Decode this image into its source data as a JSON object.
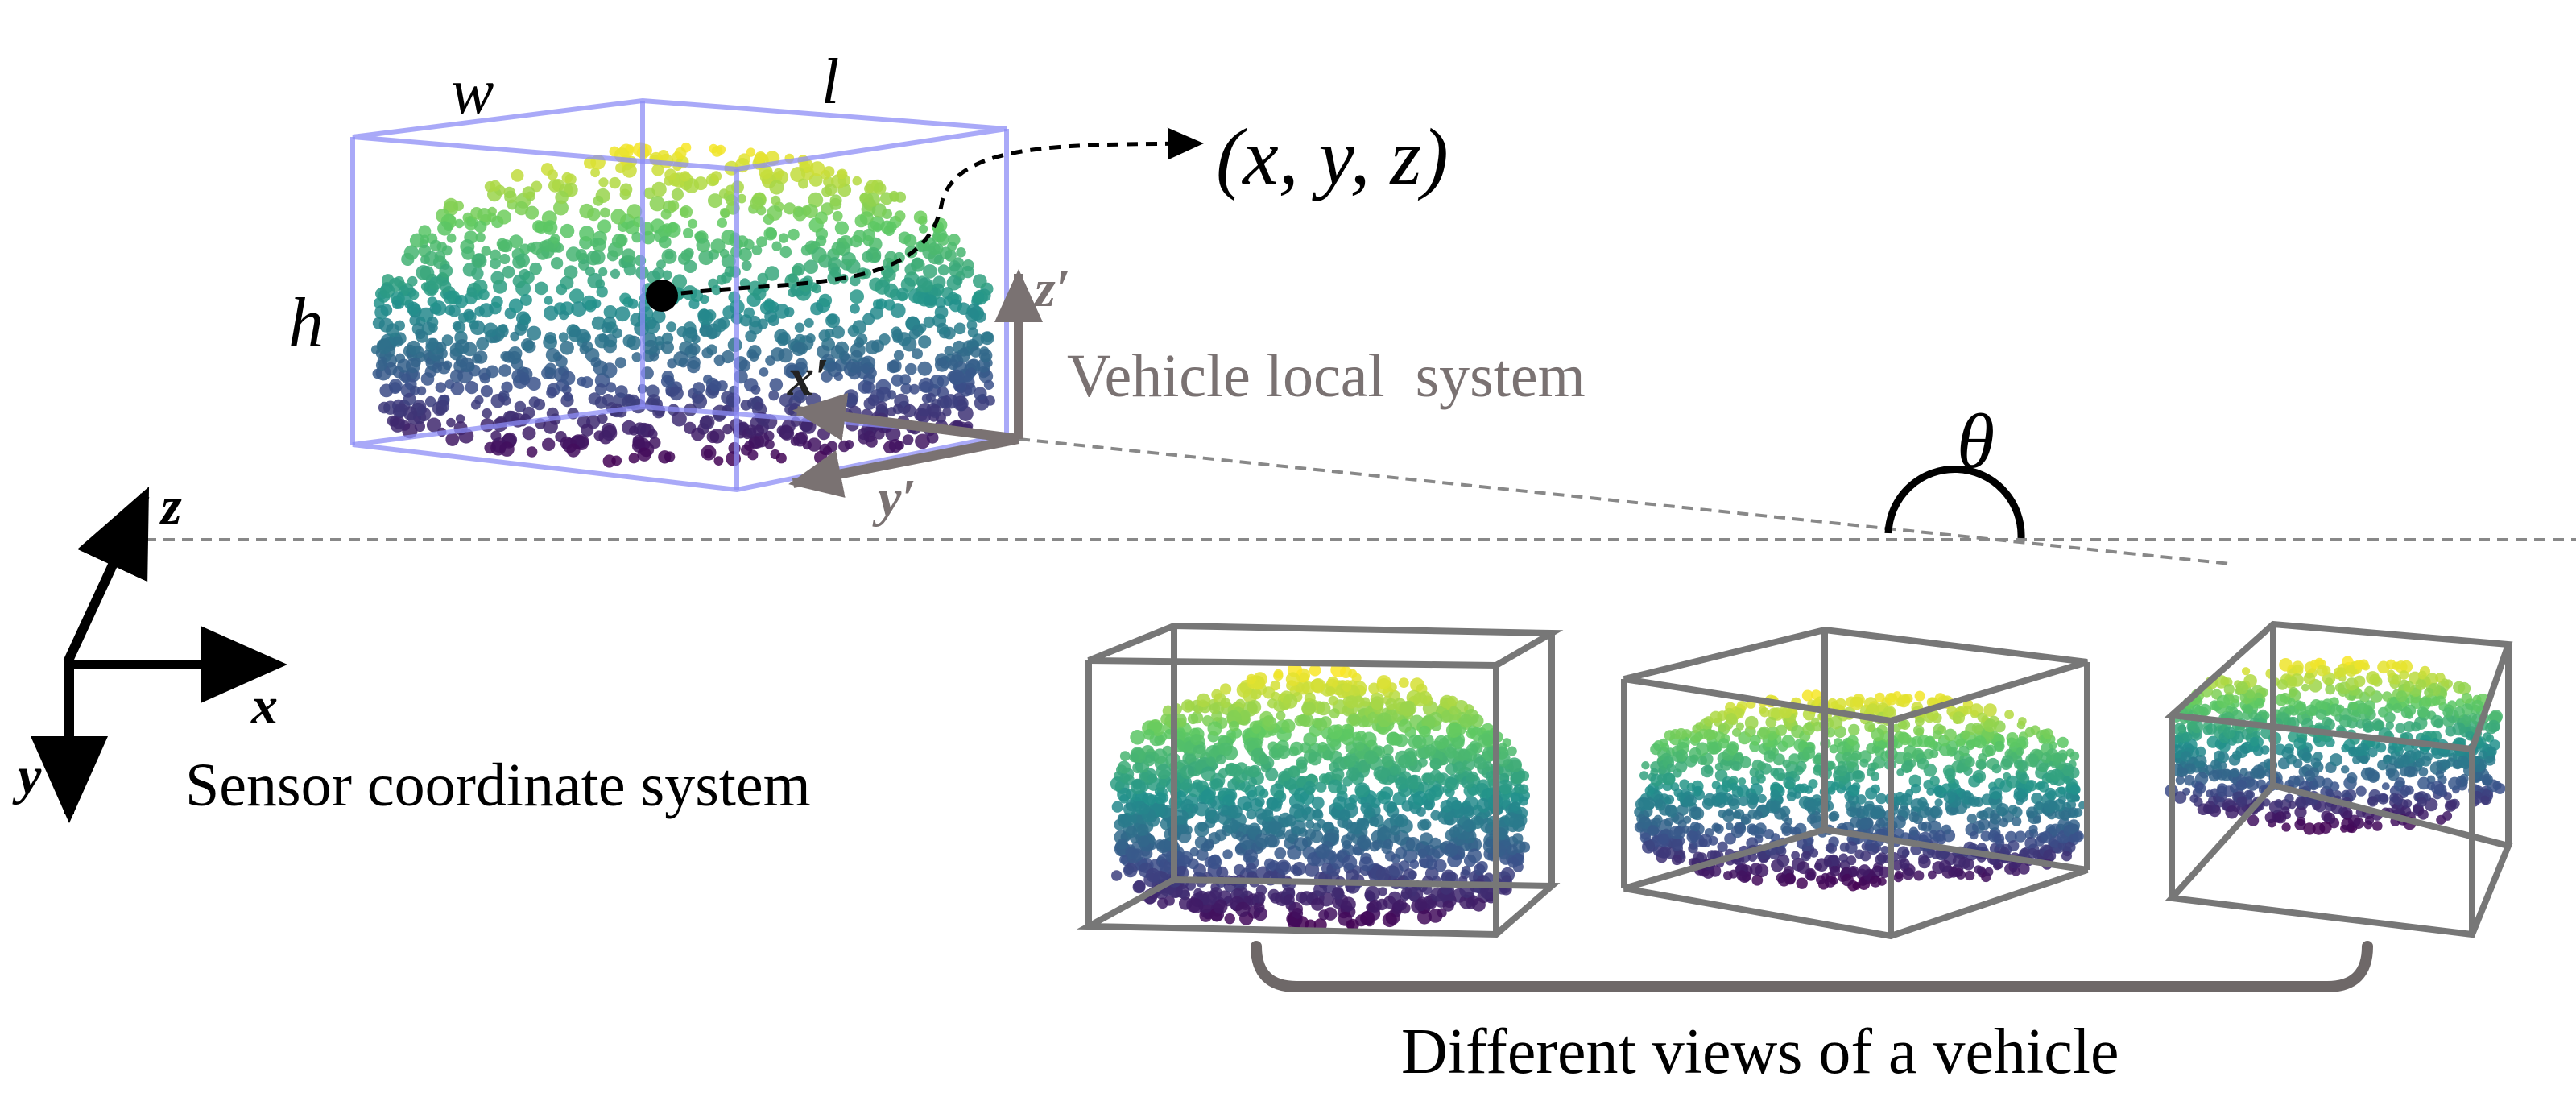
{
  "main_box": {
    "label_w": "w",
    "label_l": "l",
    "label_h": "h",
    "center_coords": "(x, y, z)",
    "box_color": "#8c8cf5"
  },
  "local_system": {
    "label": "Vehicle local  system",
    "axis_z": "z′",
    "axis_x": "x′",
    "axis_y": "y′",
    "color": "#7a7272"
  },
  "angle": {
    "label": "θ"
  },
  "sensor_system": {
    "label": "Sensor coordinate system",
    "axis_x": "x",
    "axis_y": "y",
    "axis_z": "z"
  },
  "views": {
    "caption": "Different views of a vehicle",
    "box_color": "#777777",
    "brace_color": "#6e6868"
  },
  "colormap": [
    "#440154",
    "#3b528b",
    "#21918c",
    "#5ec962",
    "#fde725"
  ]
}
